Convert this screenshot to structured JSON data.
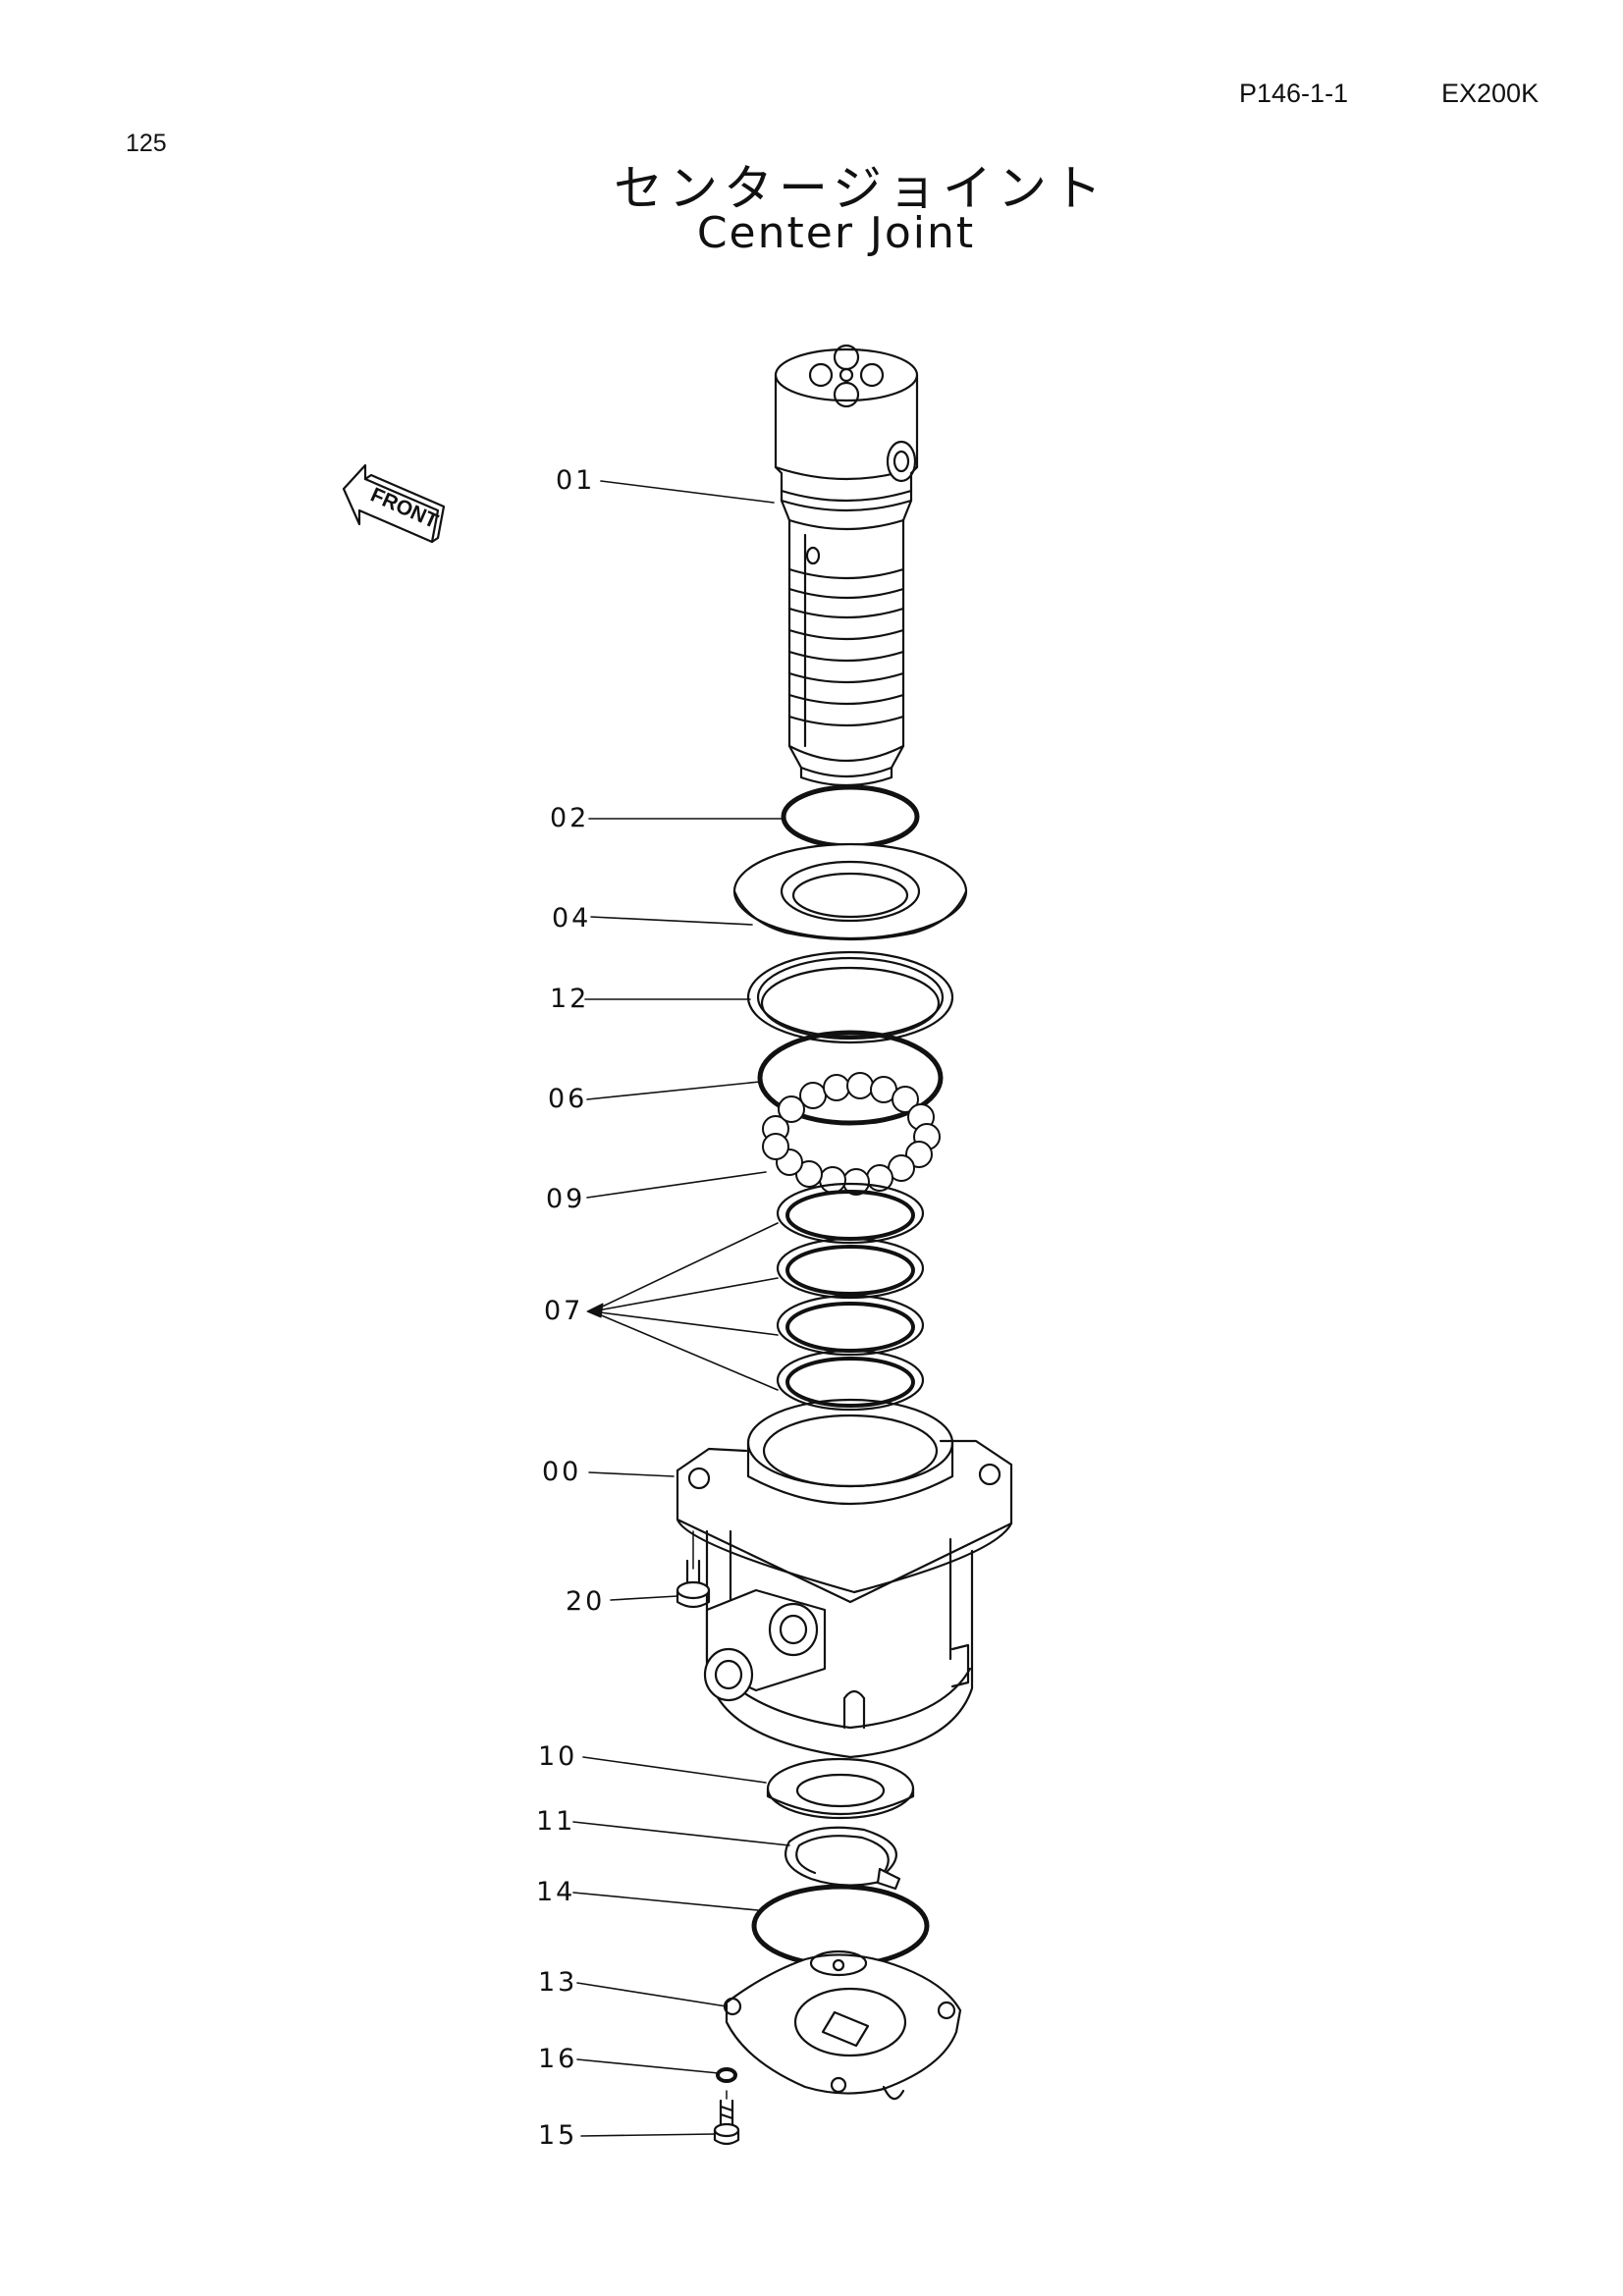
{
  "header": {
    "page_number": "125",
    "reference": "P146-1-1",
    "model": "EX200K"
  },
  "title": {
    "japanese": "センタージョイント",
    "english": "Center Joint"
  },
  "direction_arrow": {
    "text": "FRONT"
  },
  "part_callouts": [
    {
      "id": "01",
      "label": "01"
    },
    {
      "id": "02",
      "label": "02"
    },
    {
      "id": "04",
      "label": "04"
    },
    {
      "id": "12",
      "label": "12"
    },
    {
      "id": "06",
      "label": "06"
    },
    {
      "id": "09",
      "label": "09"
    },
    {
      "id": "07",
      "label": "07"
    },
    {
      "id": "00",
      "label": "00"
    },
    {
      "id": "20",
      "label": "20"
    },
    {
      "id": "10",
      "label": "10"
    },
    {
      "id": "11",
      "label": "11"
    },
    {
      "id": "14",
      "label": "14"
    },
    {
      "id": "13",
      "label": "13"
    },
    {
      "id": "16",
      "label": "16"
    },
    {
      "id": "15",
      "label": "15"
    }
  ]
}
